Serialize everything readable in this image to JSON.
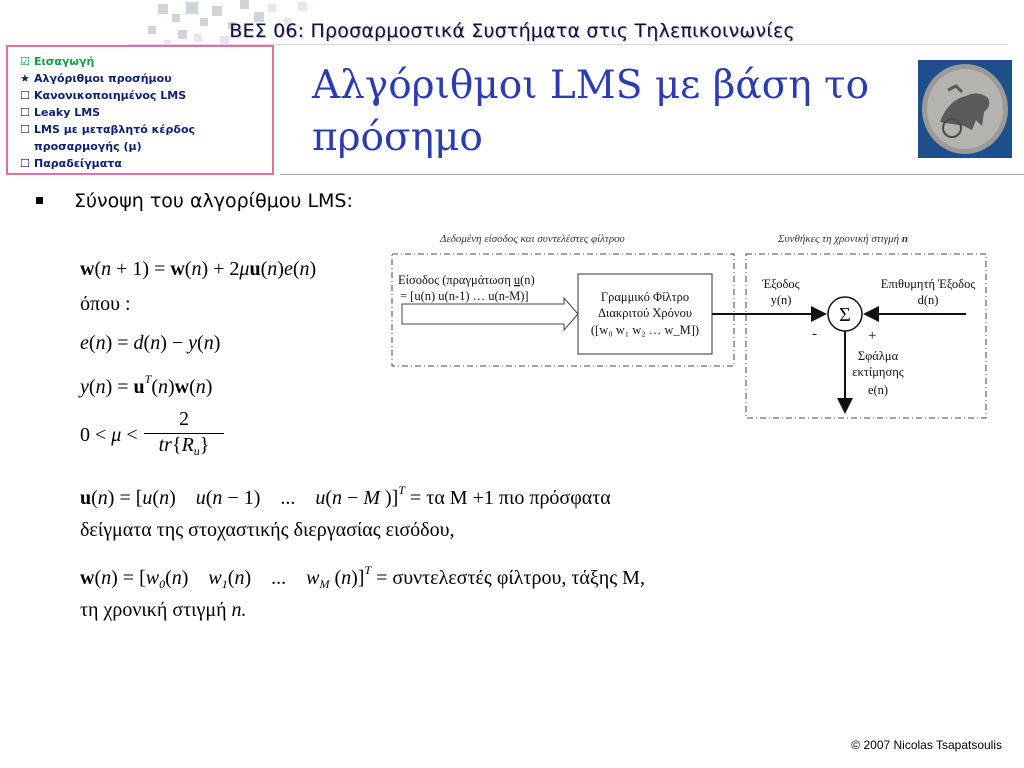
{
  "header": {
    "course_title": "ΒΕΣ 06: Προσαρμοστικά Συστήματα στις Τηλεπικοινωνίες"
  },
  "toc": {
    "items": [
      {
        "marker": "☑",
        "label": "Εισαγωγή",
        "state": "done",
        "color": "#10a040"
      },
      {
        "marker": "★",
        "label": "Αλγόριθμοι προσήμου",
        "state": "current",
        "color": "#102070"
      },
      {
        "marker": "☐",
        "label": "Κανονικοποιημένος LMS",
        "state": "pending",
        "color": "#102070"
      },
      {
        "marker": "☐",
        "label": "Leaky LMS",
        "state": "pending",
        "color": "#102070"
      },
      {
        "marker": "☐",
        "label": "LMS με μεταβλητό κέρδος",
        "label_cont": "προσαρμογής (μ)",
        "state": "pending",
        "color": "#102070"
      },
      {
        "marker": "☐",
        "label": "Παραδείγματα",
        "state": "pending",
        "color": "#102070"
      }
    ]
  },
  "slide": {
    "title_line1": "Αλγόριθμοι LMS με βάση το",
    "title_line2": "πρόσημο",
    "title_color": "#2a3cb0",
    "bullet": "Σύνοψη του αλγορίθμου LMS:",
    "coin_image": "ancient-coin-chariot-image"
  },
  "equations": {
    "update": {
      "lhs": "w(n+1)",
      "rhs": "w(n) + 2μu(n)e(n)"
    },
    "where": "όπου :",
    "error": "e(n) = d(n) − y(n)",
    "output": "y(n) = uᵀ(n)w(n)",
    "stability": {
      "lhs": "0 < μ <",
      "numerator": "2",
      "denominator": "tr{Rᵤ}"
    },
    "input_vector": {
      "expr": "u(n) = [u(n)   u(n−1)   ...   u(n−M)]ᵀ",
      "text": "= τα M +1 πιο πρόσφατα"
    },
    "input_vector_cont": "δείγματα της στοχαστικής διεργασίας εισόδου,",
    "weight_vector": {
      "expr": "w(n) = [w₀(n)   w₁(n)   ...   w_M(n)]ᵀ",
      "text": "= συντελεστές φίλτρου, τάξης Μ,"
    },
    "weight_vector_cont": "τη χρονική στιγμή",
    "weight_vector_cont_var": "n."
  },
  "diagram": {
    "left_header": "Δεδομένη είσοδος και συντελέστες φίλτρου",
    "right_header": "Συνθήκες τη χρονική στιγμή",
    "right_header_var": "n",
    "input_line1": "Είσοδος (πραγμάτωση",
    "input_u": "u",
    "input_n": "(n)",
    "input_line2": "= [u(n) u(n-1) … u(n-M)]",
    "filter_line1": "Γραμμικό Φίλτρο",
    "filter_line2": "Διακριτού Χρόνου",
    "filter_line3": "([w₀ w₁ w₂ … w_M])",
    "output_label_line1": "Έξοδος",
    "output_label_line2": "y(n)",
    "desired_label_line1": "Επιθυμητή Έξοδος",
    "desired_label_line2": "d(n)",
    "sum_symbol": "Σ",
    "minus_sign": "-",
    "plus_sign": "+",
    "error_line1": "Σφάλμα",
    "error_line2": "εκτίμησης",
    "error_line3": "e(n)"
  },
  "footer": {
    "copyright": "© 2007 Nicolas Tsapatsoulis"
  }
}
